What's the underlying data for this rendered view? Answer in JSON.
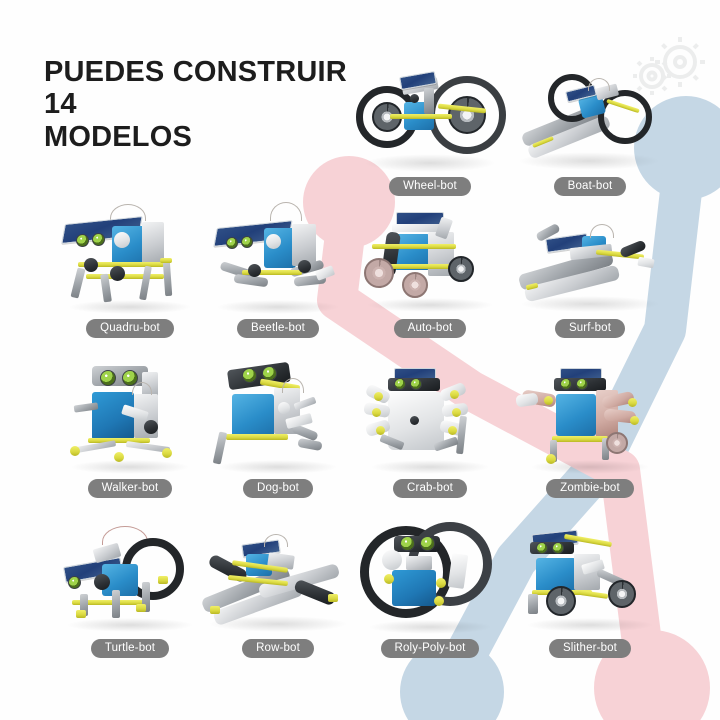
{
  "poster": {
    "title": "PUEDES CONSTRUIR 14\nMODELOS",
    "background_color": "#fefefe",
    "accent_pink": "#f7d2d6",
    "accent_blue": "#c5d7e5",
    "label_pill_color": "#7e7e7e",
    "label_text_color": "#ffffff",
    "title_color": "#1d1d1d",
    "watermark_icon": "gears-icon",
    "model_count": 14
  },
  "models": [
    {
      "id": 1,
      "label": "Wheel-bot",
      "row": 1,
      "col": 3,
      "icon": "wheel-bot-icon"
    },
    {
      "id": 2,
      "label": "Boat-bot",
      "row": 1,
      "col": 4,
      "icon": "boat-bot-icon"
    },
    {
      "id": 3,
      "label": "Quadru-bot",
      "row": 2,
      "col": 1,
      "icon": "quadru-bot-icon"
    },
    {
      "id": 4,
      "label": "Beetle-bot",
      "row": 2,
      "col": 2,
      "icon": "beetle-bot-icon"
    },
    {
      "id": 5,
      "label": "Auto-bot",
      "row": 2,
      "col": 3,
      "icon": "auto-bot-icon"
    },
    {
      "id": 6,
      "label": "Surf-bot",
      "row": 2,
      "col": 4,
      "icon": "surf-bot-icon"
    },
    {
      "id": 7,
      "label": "Walker-bot",
      "row": 3,
      "col": 1,
      "icon": "walker-bot-icon"
    },
    {
      "id": 8,
      "label": "Dog-bot",
      "row": 3,
      "col": 2,
      "icon": "dog-bot-icon"
    },
    {
      "id": 9,
      "label": "Crab-bot",
      "row": 3,
      "col": 3,
      "icon": "crab-bot-icon"
    },
    {
      "id": 10,
      "label": "Zombie-bot",
      "row": 3,
      "col": 4,
      "icon": "zombie-bot-icon"
    },
    {
      "id": 11,
      "label": "Turtle-bot",
      "row": 4,
      "col": 1,
      "icon": "turtle-bot-icon"
    },
    {
      "id": 12,
      "label": "Row-bot",
      "row": 4,
      "col": 2,
      "icon": "row-bot-icon"
    },
    {
      "id": 13,
      "label": "Roly-Poly-bot",
      "row": 4,
      "col": 3,
      "icon": "roly-poly-bot-icon"
    },
    {
      "id": 14,
      "label": "Slither-bot",
      "row": 4,
      "col": 4,
      "icon": "slither-bot-icon"
    }
  ]
}
